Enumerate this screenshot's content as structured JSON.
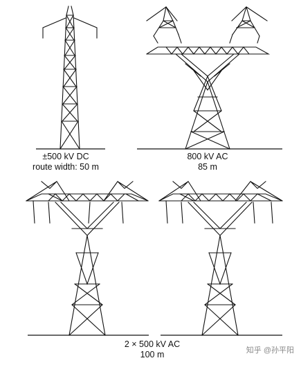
{
  "towers": [
    {
      "caption_line1": "±500 kV DC",
      "caption_line2": "route width: 50 m"
    },
    {
      "caption_line1": "800 kV AC",
      "caption_line2": "85 m"
    },
    {
      "caption_line1": "2 × 500 kV AC",
      "caption_line2": "100 m"
    }
  ],
  "watermark": "知乎 @孙平阳"
}
